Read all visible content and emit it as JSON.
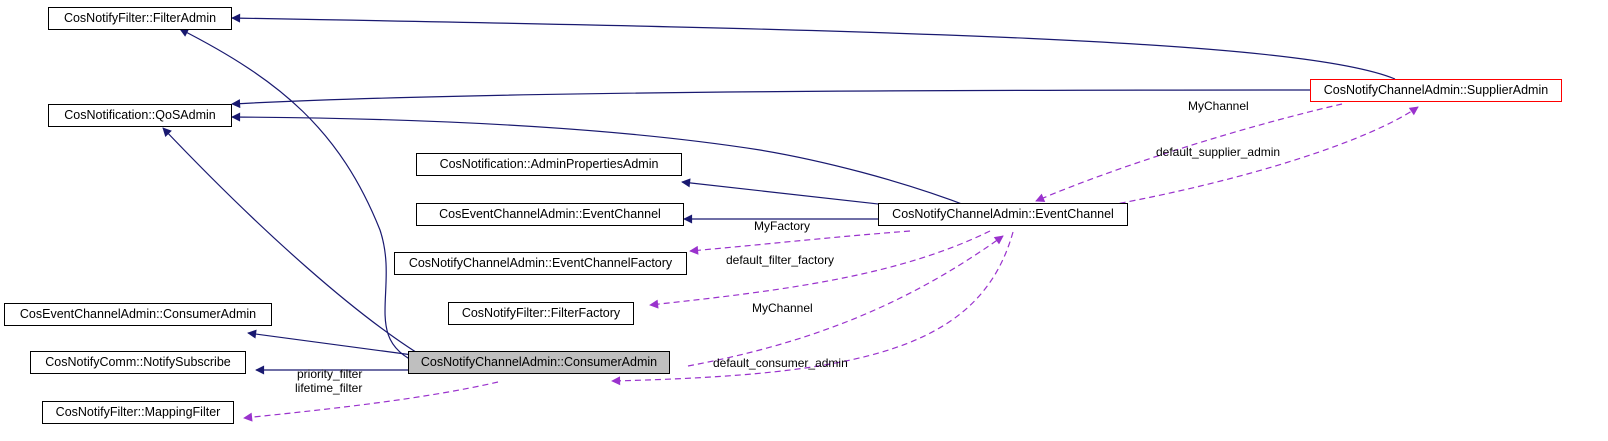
{
  "colors": {
    "inheritance": "#191970",
    "usage": "#9a32cd",
    "focus_fill": "#bfbfbf",
    "highlight_border": "#ff0000"
  },
  "nodes": {
    "filter_admin": "CosNotifyFilter::FilterAdmin",
    "qos_admin": "CosNotification::QoSAdmin",
    "admin_properties_admin": "CosNotification::AdminPropertiesAdmin",
    "event_channel_base": "CosEventChannelAdmin::EventChannel",
    "event_channel_factory": "CosNotifyChannelAdmin::EventChannelFactory",
    "filter_factory": "CosNotifyFilter::FilterFactory",
    "consumer_admin_base": "CosEventChannelAdmin::ConsumerAdmin",
    "notify_subscribe": "CosNotifyComm::NotifySubscribe",
    "mapping_filter": "CosNotifyFilter::MappingFilter",
    "consumer_admin": "CosNotifyChannelAdmin::ConsumerAdmin",
    "event_channel": "CosNotifyChannelAdmin::EventChannel",
    "supplier_admin": "CosNotifyChannelAdmin::SupplierAdmin"
  },
  "labels": {
    "my_channel_top": "MyChannel",
    "default_supplier_admin": "default_supplier_admin",
    "my_factory": "MyFactory",
    "default_filter_factory": "default_filter_factory",
    "my_channel_bottom": "MyChannel",
    "default_consumer_admin": "default_consumer_admin",
    "priority_filter": "priority_filter",
    "lifetime_filter": "lifetime_filter"
  }
}
